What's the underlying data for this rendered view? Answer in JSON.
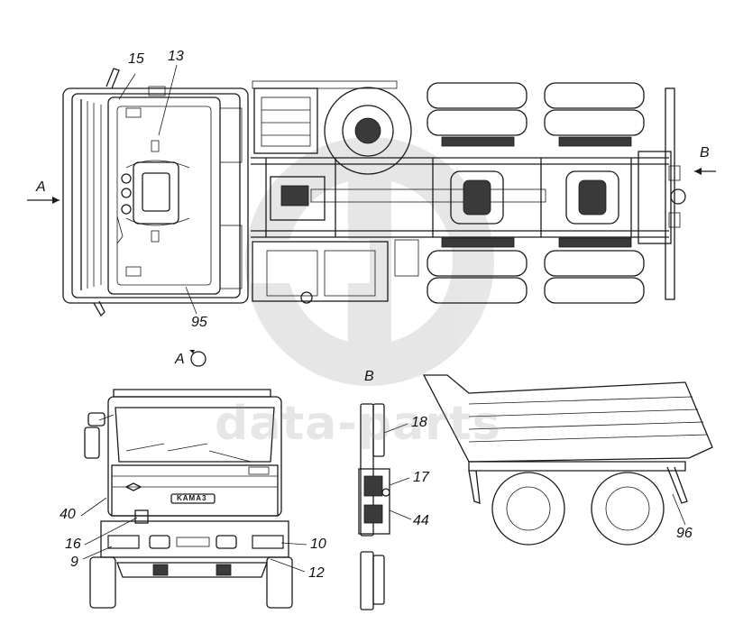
{
  "views": {
    "a_arrow": "A",
    "b_arrow": "B",
    "a_view": "A",
    "b_view": "B"
  },
  "callouts": {
    "c15": "15",
    "c13": "13",
    "c95": "95",
    "c40": "40",
    "c16": "16",
    "c9": "9",
    "c10": "10",
    "c12": "12",
    "c18": "18",
    "c17": "17",
    "c44": "44",
    "c96": "96"
  },
  "grille_badge": "KAMA3",
  "watermark": {
    "text": "data-parts",
    "color": "#8c8c8c"
  },
  "colors": {
    "line": "#1a1a1a",
    "background": "#ffffff"
  }
}
